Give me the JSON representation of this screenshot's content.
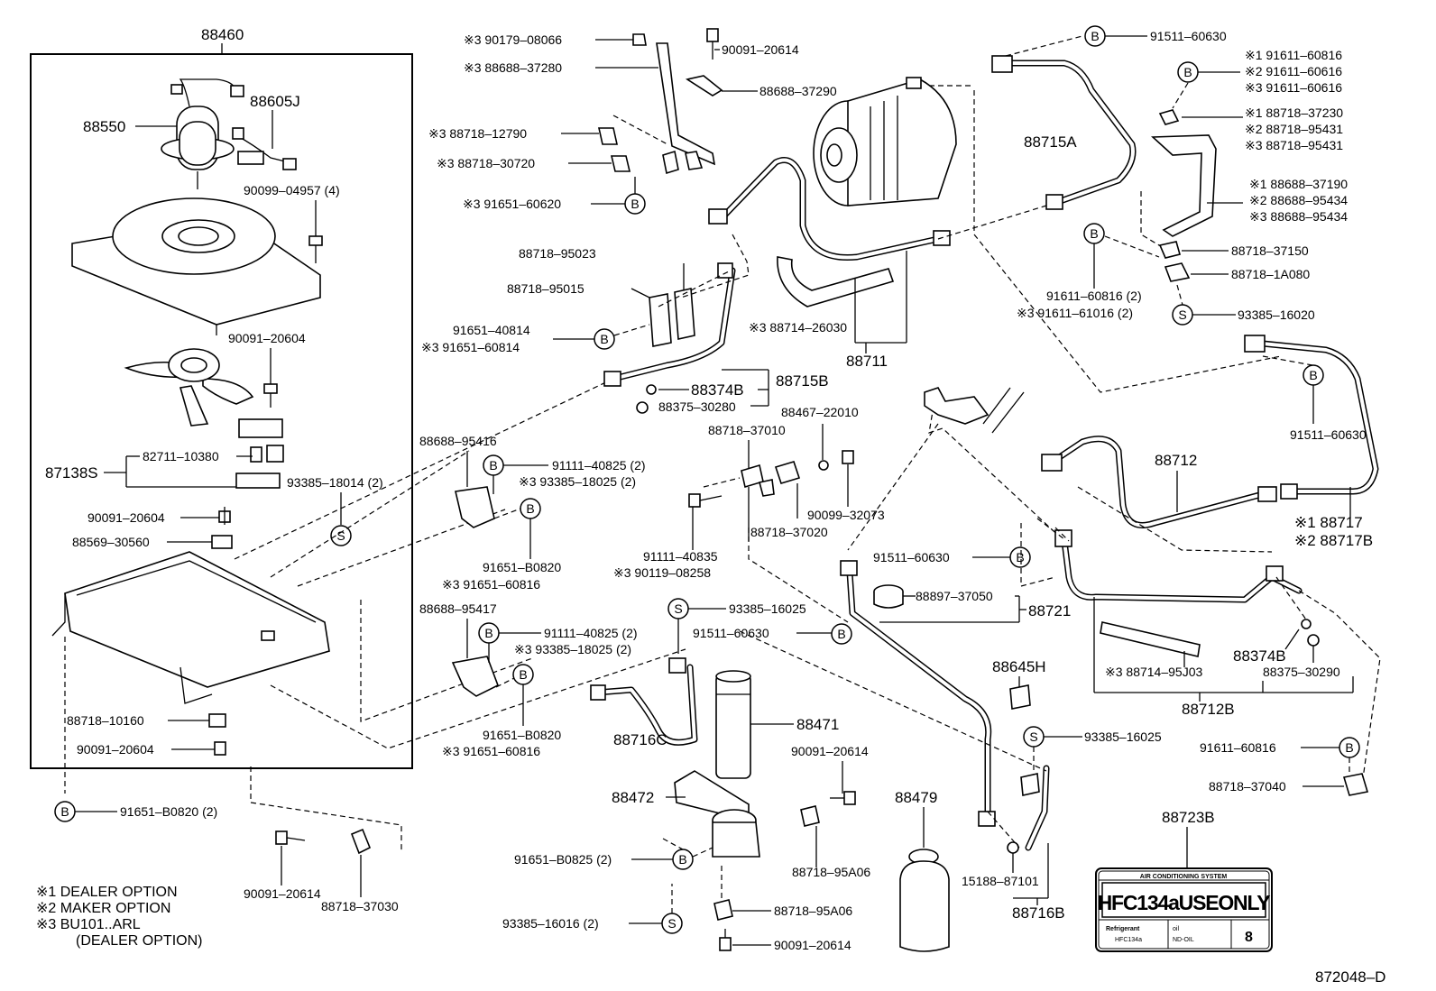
{
  "drawing_number": "872048–D",
  "box_title": "88460",
  "legend": [
    "※1  DEALER OPTION",
    "※2  MAKER OPTION",
    "※3  BU101..ARL",
    "(DEALER OPTION)"
  ],
  "label_card": {
    "header": "AIR CONDITIONING SYSTEM",
    "main": "HFC134aUSEONLY",
    "refrigerant_label": "Refrigerant",
    "refrigerant_value": "HFC134a",
    "oil_label": "oil",
    "oil_value": "ND-OIL",
    "number": "8"
  },
  "labels": {
    "p88550": "88550",
    "p88605J": "88605J",
    "p90099_04957": "90099–04957 (4)",
    "p90091_20604_a": "90091–20604",
    "p87138S": "87138S",
    "p82711_10380": "82711–10380",
    "p93385_18014": "93385–18014 (2)",
    "p90091_20604_b": "90091–20604",
    "p88569_30560": "88569–30560",
    "p88718_10160": "88718–10160",
    "p90091_20604_c": "90091–20604",
    "p91651_B0820_2": "91651–B0820 (2)",
    "p90091_20614_bl": "90091–20614",
    "p88718_37030": "88718–37030",
    "p90179_08066": "※3  90179–08066",
    "p88688_37280": "※3  88688–37280",
    "p88718_12790": "※3  88718–12790",
    "p88718_30720": "※3  88718–30720",
    "p91651_60620": "※3  91651–60620",
    "p90091_20614_top": "90091–20614",
    "p88688_37290": "88688–37290",
    "p88718_95023": "88718–95023",
    "p88718_95015": "88718–95015",
    "p91651_40814": "91651–40814",
    "p91651_60814": "※3  91651–60814",
    "p88374B_top": "88374B",
    "p88715B": "88715B",
    "p88375_30280": "88375–30280",
    "p88714_26030": "※3  88714–26030",
    "p88711": "88711",
    "p88715A": "88715A",
    "p91511_60630_top": "91511–60630",
    "p91611_60816_1": "※1  91611–60816",
    "p91611_60616_2": "※2  91611–60616",
    "p91611_60616_3": "※3  91611–60616",
    "p88718_37230": "※1  88718–37230",
    "p88718_95431_2": "※2  88718–95431",
    "p88718_95431_3": "※3  88718–95431",
    "p88688_37190": "※1  88688–37190",
    "p88688_95434_2": "※2  88688–95434",
    "p88688_95434_3": "※3  88688–95434",
    "p88718_37150": "88718–37150",
    "p88718_1A080": "88718–1A080",
    "p91611_60816_2": "91611–60816 (2)",
    "p91611_61016": "※3  91611–61016 (2)",
    "p93385_16020": "93385–16020",
    "p91511_60630_r": "91511–60630",
    "p88712": "88712",
    "p88717": "※1  88717",
    "p88717B": "※2  88717B",
    "p88688_95416": "88688–95416",
    "p91111_40825_a": "91111–40825 (2)",
    "p93385_18025_a": "※3  93385–18025 (2)",
    "p91651_B0820_a": "91651–B0820",
    "p91651_60816_a": "※3  91651–60816",
    "p88688_95417": "88688–95417",
    "p91111_40825_b": "91111–40825 (2)",
    "p93385_18025_b": "※3  93385–18025 (2)",
    "p91651_B0820_b": "91651–B0820",
    "p91651_60816_b": "※3  91651–60816",
    "p88467_22010": "88467–22010",
    "p88718_37010": "88718–37010",
    "p88718_37020": "88718–37020",
    "p90099_32073": "90099–32073",
    "p91111_40835": "91111–40835",
    "p90119_08258": "※3  90119–08258",
    "p93385_16025_mid": "93385–16025",
    "p91511_60630_mid": "91511–60630",
    "p88716C": "88716C",
    "p88471": "88471",
    "p90091_20614_mid": "90091–20614",
    "p88472": "88472",
    "p91651_B0825": "91651–B0825 (2)",
    "p88718_95A06_a": "88718–95A06",
    "p88718_95A06_b": "88718–95A06",
    "p93385_16016": "93385–16016 (2)",
    "p90091_20614_bot": "90091–20614",
    "p88479": "88479",
    "p91511_60630_c": "91511–60630",
    "p88897_37050": "88897–37050",
    "p88721": "88721",
    "p88645H": "88645H",
    "p93385_16025_r": "93385–16025",
    "p15188_87101": "15188–87101",
    "p88716B": "88716B",
    "p88714_95J03": "※3  88714–95J03",
    "p88374B_r": "88374B",
    "p88375_30290": "88375–30290",
    "p88712B": "88712B",
    "p91611_60816_r": "91611–60816",
    "p88718_37040": "88718–37040",
    "p88723B": "88723B"
  },
  "marker_letters": {
    "bolt": "B",
    "screw": "S"
  }
}
